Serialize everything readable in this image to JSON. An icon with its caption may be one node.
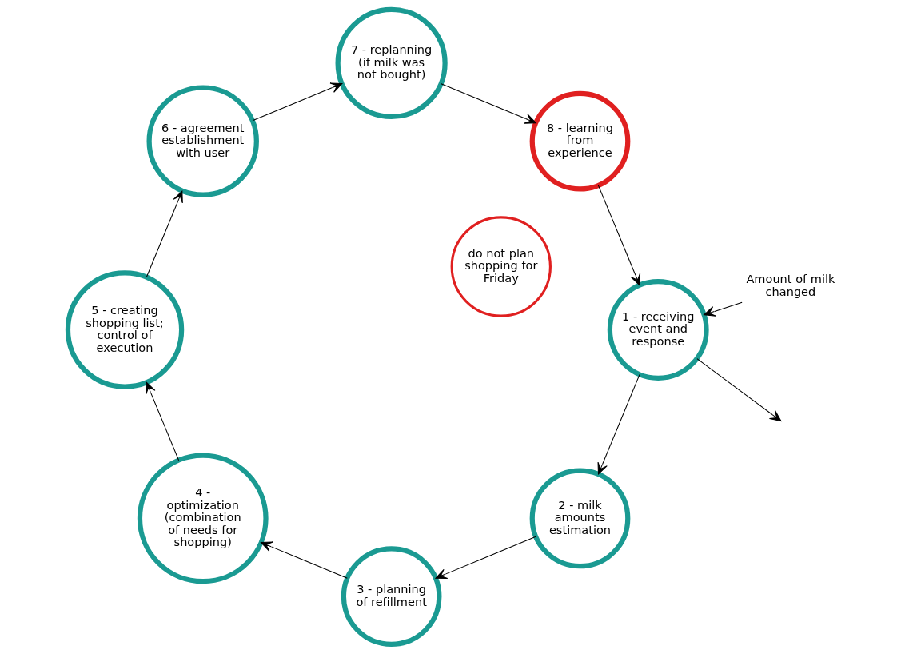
{
  "diagram": {
    "nodes": [
      {
        "text": [
          "1 - receiving event and response"
        ]
      },
      {
        "text": [
          "2 - milk amounts estimation"
        ]
      },
      {
        "text": [
          "3 - planning of refillment"
        ]
      },
      {
        "text": [
          "4 - optimization (combination of needs for shopping)"
        ]
      },
      {
        "text": [
          "5 - creating shopping list; control of execution"
        ]
      },
      {
        "text": [
          "6 - agreement establishment with user"
        ]
      },
      {
        "text": [
          "7 - replanning (if milk was not bought)"
        ]
      },
      {
        "text": [
          "8 - learning from experience"
        ]
      },
      {
        "text": [
          "do not plan shopping for Friday"
        ]
      },
      {
        "text": [
          "Amount of milk changed"
        ]
      }
    ],
    "edges": [
      {
        "from": 0,
        "to": 1,
        "arrow": "to"
      },
      {
        "from": 1,
        "to": 2,
        "arrow": "to"
      },
      {
        "from": 2,
        "to": 3,
        "arrow": "to"
      },
      {
        "from": 3,
        "to": 4,
        "arrow": "to"
      },
      {
        "from": 4,
        "to": 5,
        "arrow": "to"
      },
      {
        "from": 5,
        "to": 6,
        "arrow": "to"
      },
      {
        "from": 6,
        "to": 7,
        "arrow": "to"
      },
      {
        "from": 7,
        "to": 0,
        "arrow": "to"
      },
      {
        "from": 9,
        "to": 0,
        "arrow": "to"
      },
      {
        "from": 0,
        "to": null,
        "arrow": "to"
      }
    ]
  }
}
